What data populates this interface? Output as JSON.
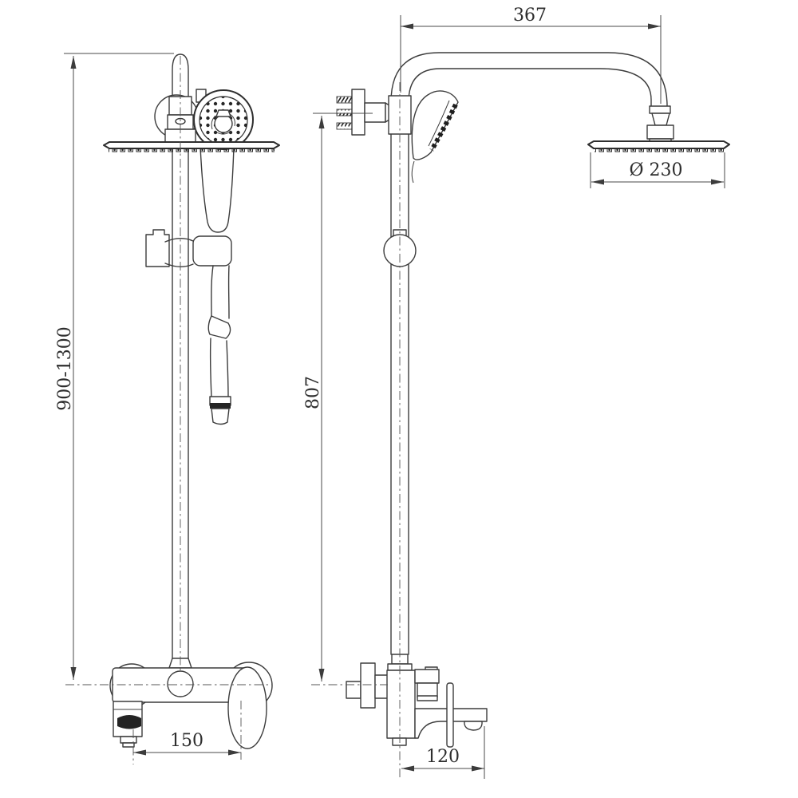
{
  "drawing": {
    "type": "technical-dimension-drawing",
    "subject": "exposed-shower-mixer-set",
    "colors": {
      "background": "#ffffff",
      "line": "#3c3c3c",
      "dark_fill": "#242424"
    }
  },
  "dimensions": {
    "arm_length": "367",
    "head_diameter": "Ø 230",
    "adjustable_height": "900-1300",
    "riser_height": "807",
    "spout_offset": "150",
    "spout_reach": "120"
  }
}
